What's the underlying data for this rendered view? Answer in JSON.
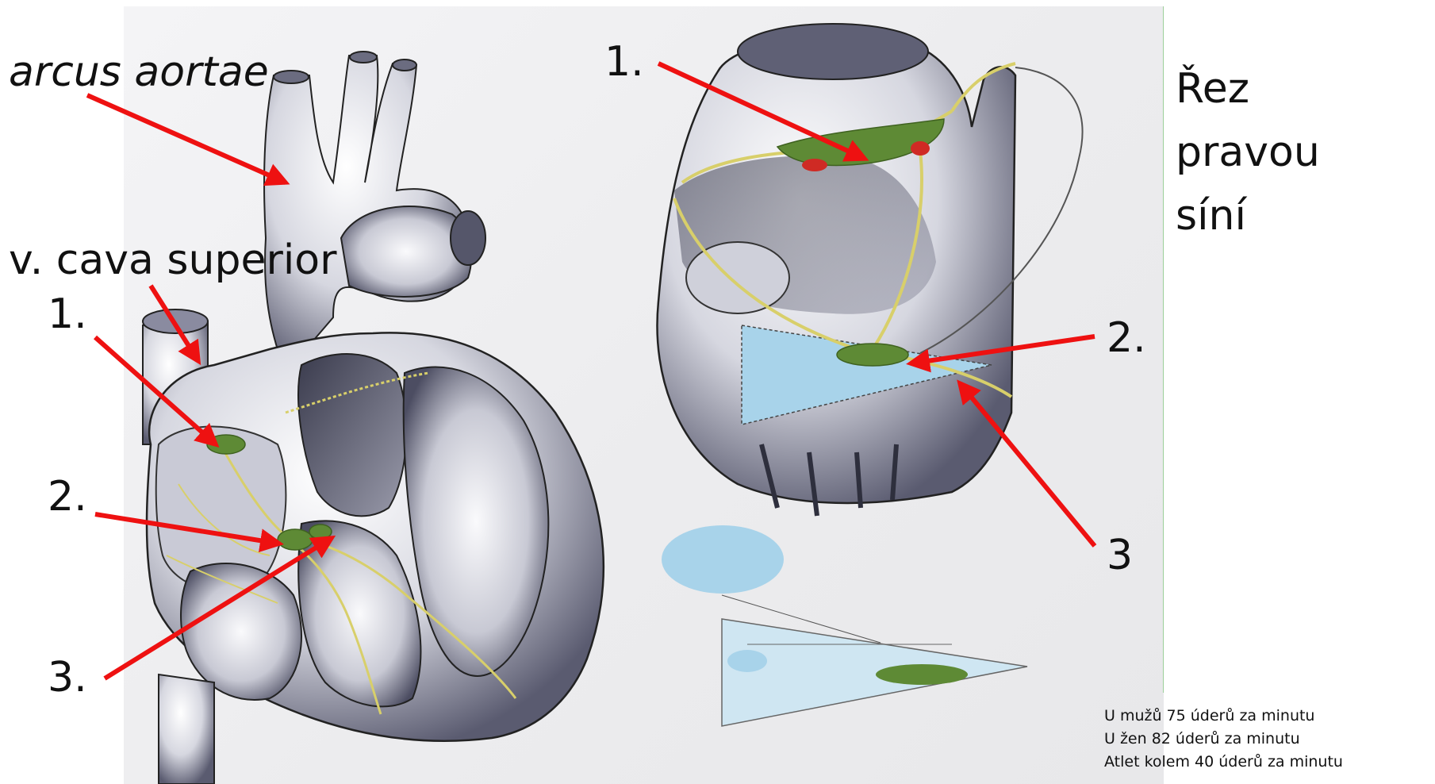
{
  "labels": {
    "arcus_aortae": "arcus aortae",
    "v_cava_superior": "v. cava superior",
    "left_1": "1.",
    "left_2": "2.",
    "left_3": "3.",
    "right_1": "1.",
    "right_2": "2.",
    "right_3": "3"
  },
  "section_title": [
    "Řez",
    "pravou",
    "síní"
  ],
  "heart_rate": [
    "U mužů 75 úderů za minutu",
    "U žen 82 úderů za minutu",
    "Atlet kolem 40 úderů za minutu"
  ],
  "colors": {
    "arrow": "#ee1111",
    "node_green": "#5e8a35",
    "nerve_yellow": "#d8cf6a",
    "heart_shade": "#55566a",
    "valve_blue": "#a8d3ea"
  }
}
